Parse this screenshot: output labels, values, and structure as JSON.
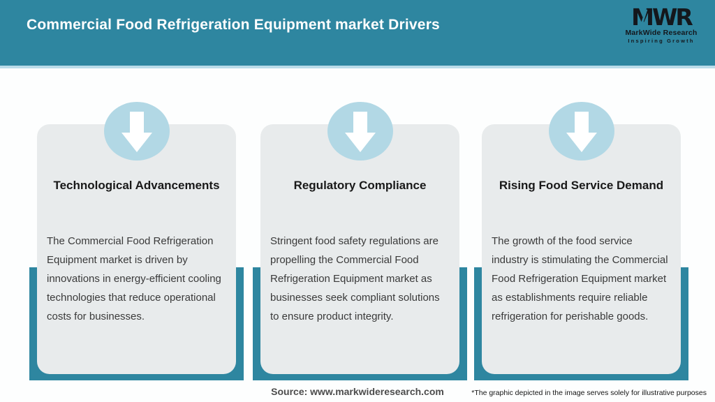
{
  "header": {
    "title": "Commercial Food Refrigeration Equipment market Drivers",
    "logo": {
      "acronym": "MWR",
      "name": "MarkWide Research",
      "tagline": "Inspiring Growth"
    }
  },
  "cards": [
    {
      "icon": "down-arrow-icon",
      "title": "Technological Advancements",
      "body": "The Commercial Food Refrigeration Equipment market is driven by innovations in energy-efficient cooling technologies that reduce operational costs for businesses."
    },
    {
      "icon": "down-arrow-icon",
      "title": "Regulatory Compliance",
      "body": "Stringent food safety regulations are propelling the Commercial Food Refrigeration Equipment market as businesses seek compliant solutions to ensure product integrity."
    },
    {
      "icon": "down-arrow-icon",
      "title": "Rising Food Service Demand",
      "body": "The growth of the food service industry is stimulating the Commercial Food Refrigeration Equipment market as establishments require reliable refrigeration for perishable goods."
    }
  ],
  "footer": {
    "source": "Source: www.markwideresearch.com",
    "disclaimer": "*The graphic depicted in the image serves solely for illustrative purposes"
  },
  "colors": {
    "teal": "#2e86a0",
    "header_underline": "#badce9",
    "circle_light_blue": "#b2d8e5",
    "card_background": "#e8ebec",
    "title_text": "#191919",
    "body_text": "#3a3a3a",
    "header_title_text": "#ffffff",
    "logo_text": "#14171c"
  }
}
